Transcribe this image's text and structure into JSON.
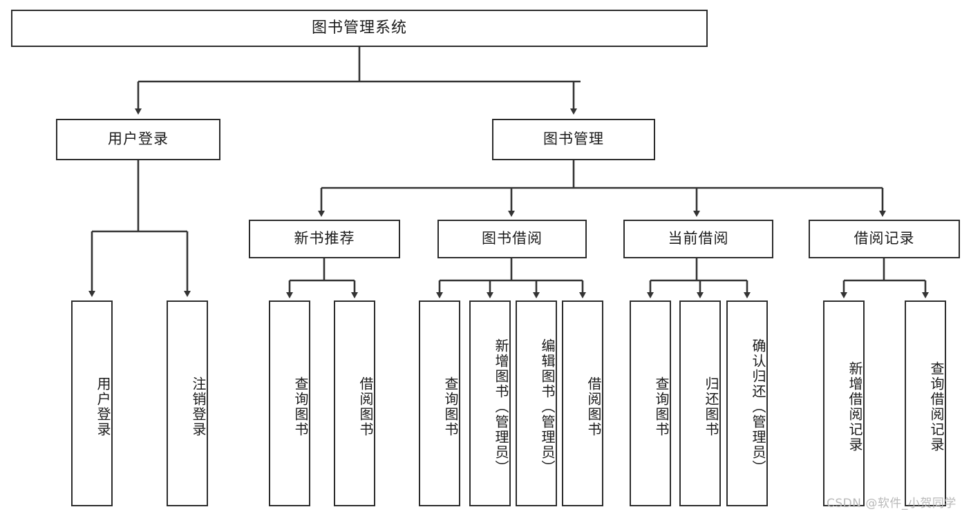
{
  "diagram": {
    "title": "图书管理系统",
    "type": "hierarchy-tree",
    "root": {
      "label": "图书管理系统"
    },
    "level2": [
      {
        "id": "user-login",
        "label": "用户登录"
      },
      {
        "id": "book-mgmt",
        "label": "图书管理"
      }
    ],
    "level3": [
      {
        "id": "new-book-rec",
        "label": "新书推荐",
        "parent": "book-mgmt"
      },
      {
        "id": "book-borrow",
        "label": "图书借阅",
        "parent": "book-mgmt"
      },
      {
        "id": "current-borrow",
        "label": "当前借阅",
        "parent": "book-mgmt"
      },
      {
        "id": "borrow-record",
        "label": "借阅记录",
        "parent": "book-mgmt"
      }
    ],
    "leaves": [
      {
        "id": "user-login-leaf",
        "label": "用户登录",
        "parent": "user-login"
      },
      {
        "id": "user-logout-leaf",
        "label": "注销登录",
        "parent": "user-login"
      },
      {
        "id": "query-book-1",
        "label": "查询图书",
        "parent": "new-book-rec"
      },
      {
        "id": "borrow-book-1",
        "label": "借阅图书",
        "parent": "new-book-rec"
      },
      {
        "id": "query-book-2",
        "label": "查询图书",
        "parent": "book-borrow"
      },
      {
        "id": "add-book",
        "label": "新增图书（管理员）",
        "parent": "book-borrow"
      },
      {
        "id": "edit-book",
        "label": "编辑图书（管理员）",
        "parent": "book-borrow"
      },
      {
        "id": "borrow-book-2",
        "label": "借阅图书",
        "parent": "book-borrow"
      },
      {
        "id": "query-book-3",
        "label": "查询图书",
        "parent": "current-borrow"
      },
      {
        "id": "return-book",
        "label": "归还图书",
        "parent": "current-borrow"
      },
      {
        "id": "confirm-return",
        "label": "确认归还（管理员）",
        "parent": "current-borrow"
      },
      {
        "id": "add-record",
        "label": "新增借阅记录",
        "parent": "borrow-record"
      },
      {
        "id": "query-record",
        "label": "查询借阅记录",
        "parent": "borrow-record"
      }
    ],
    "colors": {
      "border": "#2b2b2b",
      "connector": "#333333",
      "background": "#ffffff",
      "text": "#1a1a1a",
      "watermark": "#b9b9b9"
    }
  },
  "watermark": {
    "text": "CSDN @软件_小贺同学"
  }
}
